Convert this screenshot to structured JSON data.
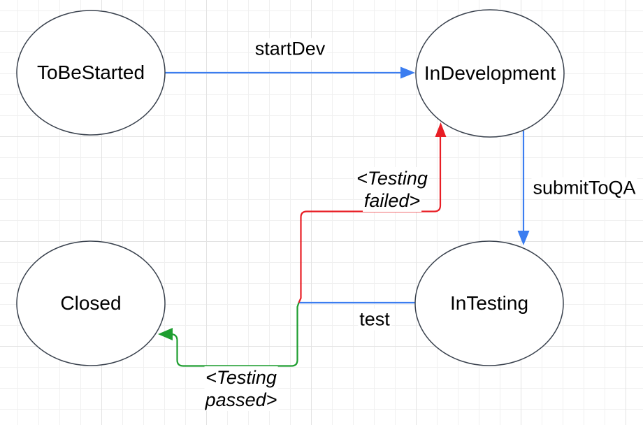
{
  "style": {
    "canvas_background": "#ffffff",
    "node_fill": "#ffffff",
    "node_stroke": "#39414d",
    "label_color": "#000000",
    "edge_blue": "#3b7df0",
    "edge_red": "#e81e25",
    "edge_green": "#1e9e30"
  },
  "nodes": [
    {
      "id": "to-be-started",
      "label": "ToBeStarted"
    },
    {
      "id": "in-development",
      "label": "InDevelopment"
    },
    {
      "id": "in-testing",
      "label": "InTesting"
    },
    {
      "id": "closed",
      "label": "Closed"
    }
  ],
  "edges": [
    {
      "id": "start-dev",
      "label": "startDev",
      "color": "#3b7df0"
    },
    {
      "id": "submit-to-qa",
      "label": "submitToQA",
      "color": "#3b7df0"
    },
    {
      "id": "test",
      "label": "test",
      "color": "#3b7df0"
    },
    {
      "id": "testing-failed",
      "label_line1": "<Testing",
      "label_line2": "failed>",
      "color": "#e81e25"
    },
    {
      "id": "testing-passed",
      "label_line1": "<Testing",
      "label_line2": "passed>",
      "color": "#1e9e30"
    }
  ]
}
